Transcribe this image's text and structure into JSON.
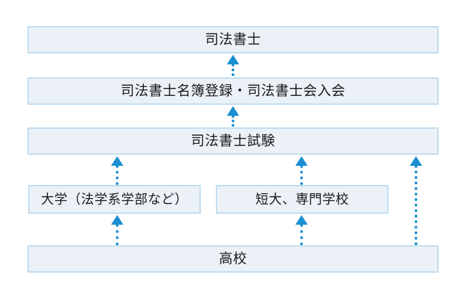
{
  "diagram": {
    "title_text": "",
    "colors": {
      "node_fill": "#ecf1f8",
      "node_border": "#bfdcef",
      "arrow": "#1b8fd2",
      "text": "#1a1a1a",
      "background": "#ffffff"
    },
    "nodes": [
      {
        "id": "shiho-shoshi",
        "label": "司法書士"
      },
      {
        "id": "registration",
        "label": "司法書士名簿登録・司法書士会入会"
      },
      {
        "id": "exam",
        "label": "司法書士試験"
      },
      {
        "id": "university",
        "label": "大学（法学系学部など）"
      },
      {
        "id": "junior-college",
        "label": "短大、専門学校"
      },
      {
        "id": "high-school",
        "label": "高校"
      }
    ],
    "edges": [
      {
        "from": "registration",
        "to": "shiho-shoshi",
        "style": "dotted",
        "arrow": "up"
      },
      {
        "from": "exam",
        "to": "registration",
        "style": "dotted",
        "arrow": "up"
      },
      {
        "from": "university",
        "to": "exam",
        "style": "dotted",
        "arrow": "up"
      },
      {
        "from": "junior-college",
        "to": "exam",
        "style": "dotted",
        "arrow": "up"
      },
      {
        "from": "high-school",
        "to": "exam",
        "style": "dotted",
        "arrow": "up"
      },
      {
        "from": "high-school",
        "to": "university",
        "style": "dotted",
        "arrow": "up"
      },
      {
        "from": "high-school",
        "to": "junior-college",
        "style": "dotted",
        "arrow": "up"
      }
    ]
  }
}
